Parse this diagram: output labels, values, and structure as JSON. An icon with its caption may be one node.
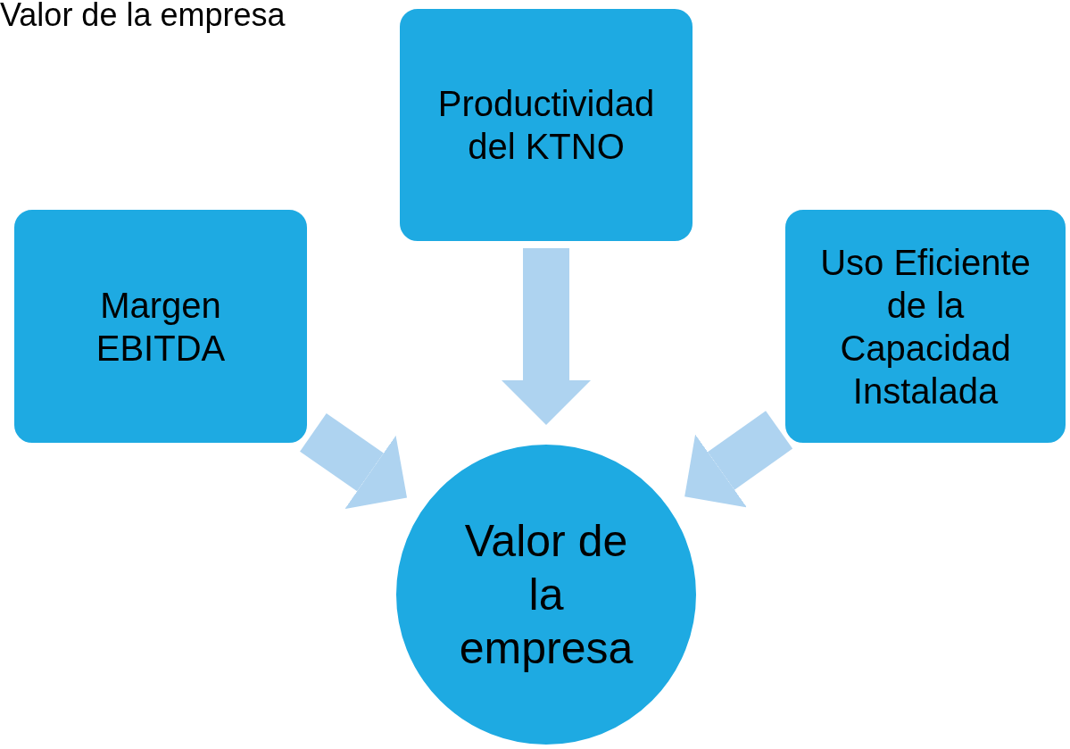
{
  "diagram": {
    "title": "Valor de la empresa",
    "nodes": [
      {
        "text": [
          "Productividad del KTNO"
        ]
      },
      {
        "text": [
          "Margen EBITDA"
        ]
      },
      {
        "text": [
          "Uso Eficiente de la Capacidad Instalada"
        ]
      },
      {
        "text": [
          "Valor de la empresa"
        ]
      }
    ],
    "edges": [
      {
        "from": 0,
        "to": 3,
        "arrow": "to"
      },
      {
        "from": 1,
        "to": 3,
        "arrow": "to"
      },
      {
        "from": 2,
        "to": 3,
        "arrow": "to"
      }
    ]
  }
}
